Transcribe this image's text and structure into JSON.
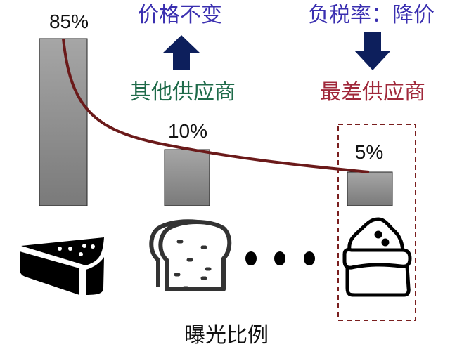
{
  "bars": [
    {
      "label": "85%",
      "value": 85
    },
    {
      "label": "10%",
      "value": 10
    },
    {
      "label": "5%",
      "value": 5
    }
  ],
  "annotations": {
    "left_top": "价格不变",
    "left_bottom": "其他供应商",
    "right_top": "负税率：降价",
    "right_bottom": "最差供应商"
  },
  "icons": [
    "cake-icon",
    "bread-icon",
    "ellipsis-dots",
    "flour-sack-icon"
  ],
  "xlabel": "曝光比例",
  "colors": {
    "bar": "#8c8c8c",
    "curve": "#6b1a1a",
    "arrow": "#0d1f5c",
    "box": "#7a1f1f"
  }
}
